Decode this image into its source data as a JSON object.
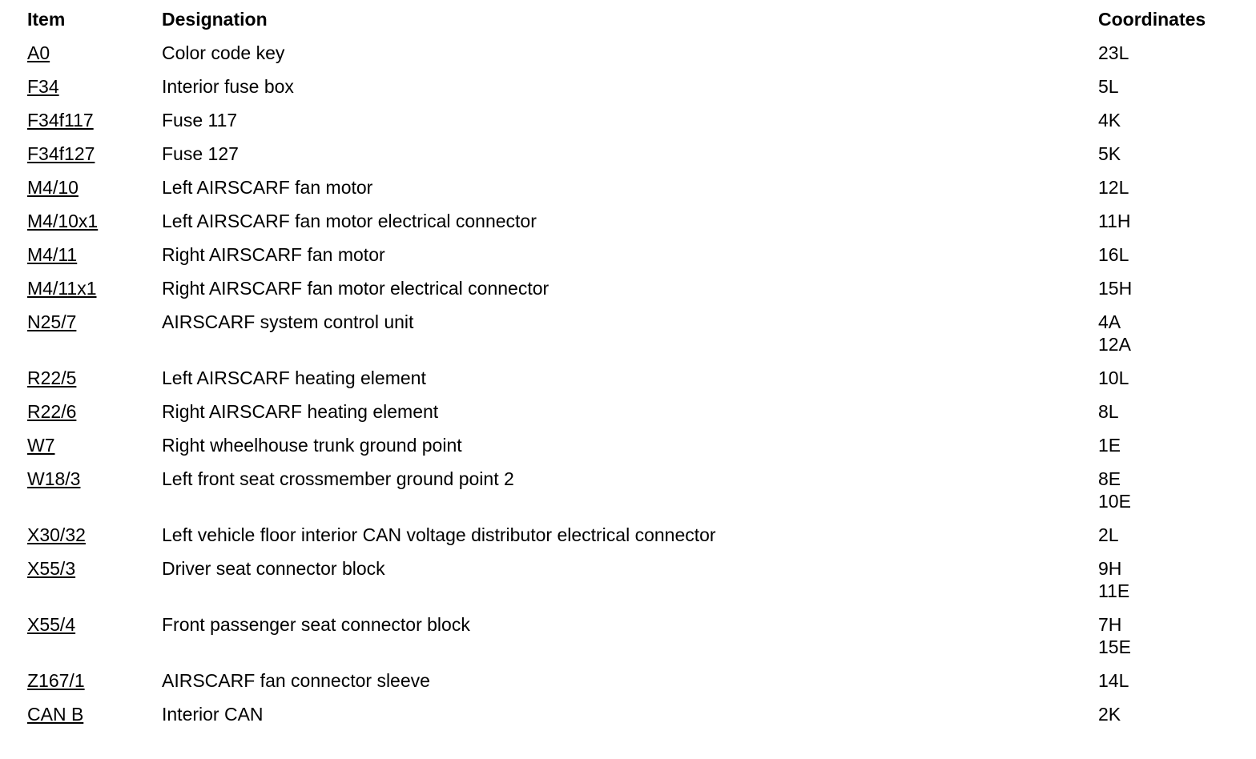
{
  "table": {
    "headers": {
      "item": "Item",
      "designation": "Designation",
      "coordinates": "Coordinates"
    },
    "rows": [
      {
        "item": "A0",
        "designation": "Color code key",
        "coordinates": [
          "23L"
        ]
      },
      {
        "item": "F34",
        "designation": "Interior fuse box",
        "coordinates": [
          "5L"
        ]
      },
      {
        "item": "F34f117",
        "designation": "Fuse 117",
        "coordinates": [
          "4K"
        ]
      },
      {
        "item": "F34f127",
        "designation": "Fuse 127",
        "coordinates": [
          "5K"
        ]
      },
      {
        "item": "M4/10",
        "designation": "Left AIRSCARF fan motor",
        "coordinates": [
          "12L"
        ]
      },
      {
        "item": "M4/10x1",
        "designation": "Left AIRSCARF fan motor electrical connector",
        "coordinates": [
          "11H"
        ]
      },
      {
        "item": "M4/11",
        "designation": "Right AIRSCARF fan motor",
        "coordinates": [
          "16L"
        ]
      },
      {
        "item": "M4/11x1",
        "designation": "Right AIRSCARF fan motor electrical connector",
        "coordinates": [
          "15H"
        ]
      },
      {
        "item": "N25/7",
        "designation": "AIRSCARF system control unit",
        "coordinates": [
          "4A",
          "12A"
        ]
      },
      {
        "item": "R22/5",
        "designation": "Left AIRSCARF heating element",
        "coordinates": [
          "10L"
        ]
      },
      {
        "item": "R22/6",
        "designation": "Right AIRSCARF heating element",
        "coordinates": [
          "8L"
        ]
      },
      {
        "item": "W7",
        "designation": "Right wheelhouse trunk ground point",
        "coordinates": [
          "1E"
        ]
      },
      {
        "item": "W18/3",
        "designation": "Left front seat crossmember ground point 2",
        "coordinates": [
          "8E",
          "10E"
        ]
      },
      {
        "item": "X30/32",
        "designation": "Left vehicle floor interior CAN voltage distributor electrical connector",
        "coordinates": [
          "2L"
        ]
      },
      {
        "item": "X55/3",
        "designation": "Driver seat connector block",
        "coordinates": [
          "9H",
          "11E"
        ]
      },
      {
        "item": "X55/4",
        "designation": "Front passenger seat connector block",
        "coordinates": [
          "7H",
          "15E"
        ]
      },
      {
        "item": "Z167/1",
        "designation": "AIRSCARF fan connector sleeve",
        "coordinates": [
          "14L"
        ]
      },
      {
        "item": "CAN B",
        "designation": "Interior CAN",
        "coordinates": [
          "2K"
        ]
      }
    ]
  }
}
